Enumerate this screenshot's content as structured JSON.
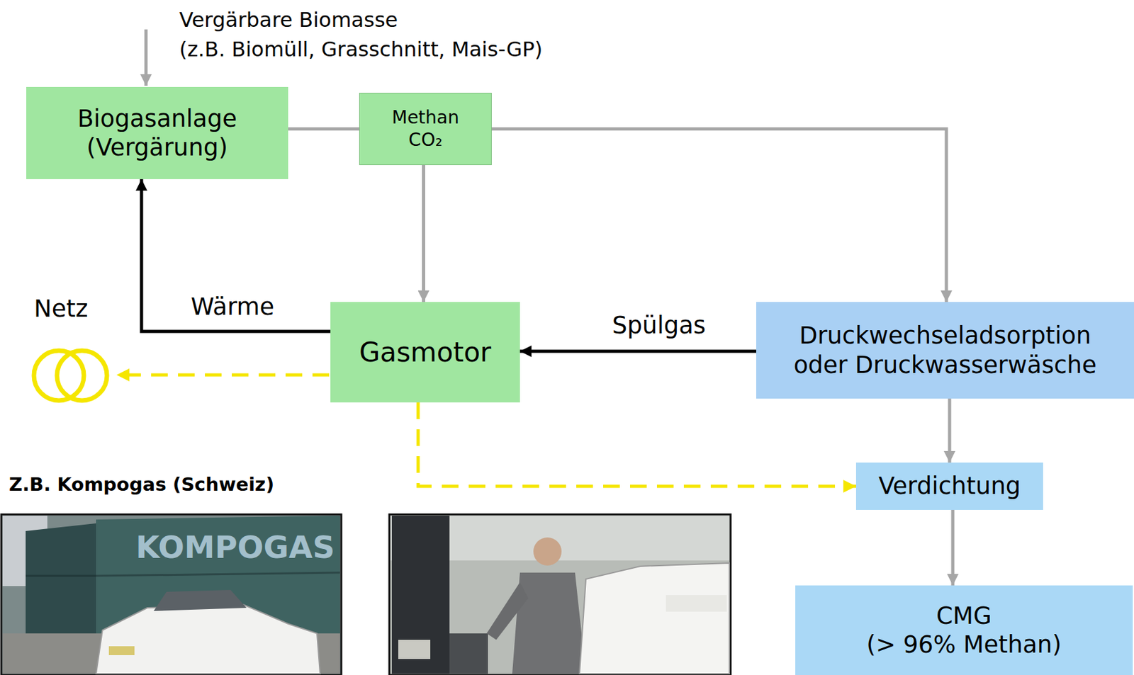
{
  "diagram": {
    "nodes": [
      {
        "text": [
          "Biogasanlage",
          "(Vergärung)"
        ]
      },
      {
        "text": [
          "Methan",
          "CO₂"
        ]
      },
      {
        "text": [
          "Gasmotor"
        ]
      },
      {
        "text": [
          "Druckwechseladsorption oder Druckwasserwäsche"
        ]
      },
      {
        "text": [
          "Verdichtung"
        ]
      },
      {
        "text": [
          "CMG",
          "(> 96% Methan)"
        ]
      }
    ],
    "edges": [
      {
        "from": 0,
        "to": 1,
        "arrow": "none"
      },
      {
        "from": 1,
        "to": 2,
        "arrow": "to"
      },
      {
        "from": 1,
        "to": 3,
        "arrow": "to"
      },
      {
        "from": 2,
        "to": 0,
        "label": "Wärme",
        "arrow": "to"
      },
      {
        "from": 3,
        "to": 2,
        "label": "Spülgas",
        "arrow": "to"
      },
      {
        "from": 2,
        "to": 4,
        "arrow": "to"
      },
      {
        "from": 3,
        "to": 4,
        "arrow": "to"
      },
      {
        "from": 4,
        "to": 5,
        "arrow": "to"
      }
    ],
    "labels": [
      "Vergärbare Biomasse",
      "(z.B. Biomüll, Grasschnitt, Mais-GP)",
      "Netz",
      "Z.B. Kompogas (Schweiz)",
      "KOMPOGAS"
    ]
  }
}
